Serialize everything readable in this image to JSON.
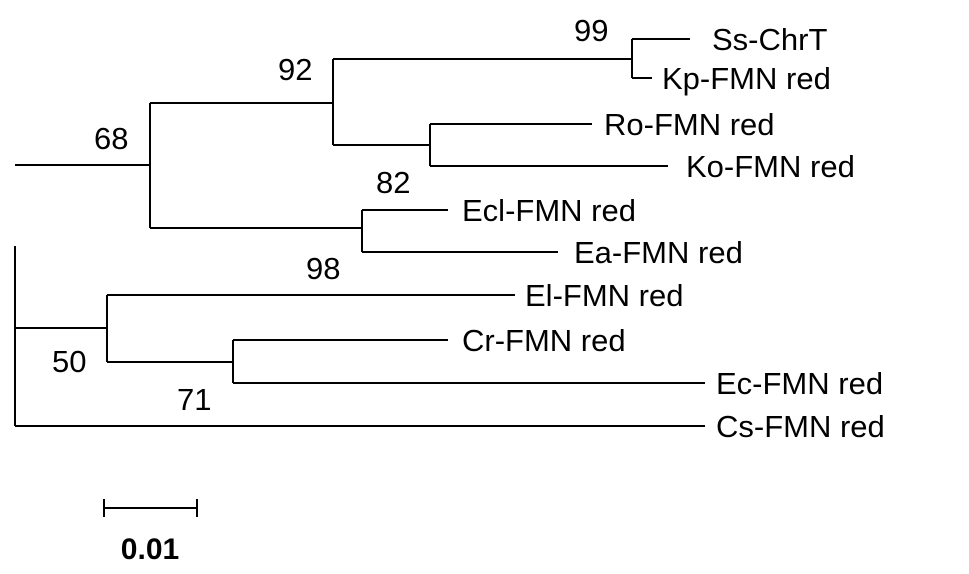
{
  "tree": {
    "taxa": [
      "Ss-ChrT",
      "Kp-FMN red",
      "Ro-FMN red",
      "Ko-FMN red",
      "Ecl-FMN red",
      "Ea-FMN red",
      "El-FMN red",
      "Cr-FMN red",
      "Ec-FMN red",
      "Cs-FMN red"
    ],
    "bootstrap_values": [
      "99",
      "92",
      "68",
      "82",
      "98",
      "50",
      "71"
    ],
    "scale_bar": {
      "label": "0.01",
      "length": 0.01
    }
  }
}
